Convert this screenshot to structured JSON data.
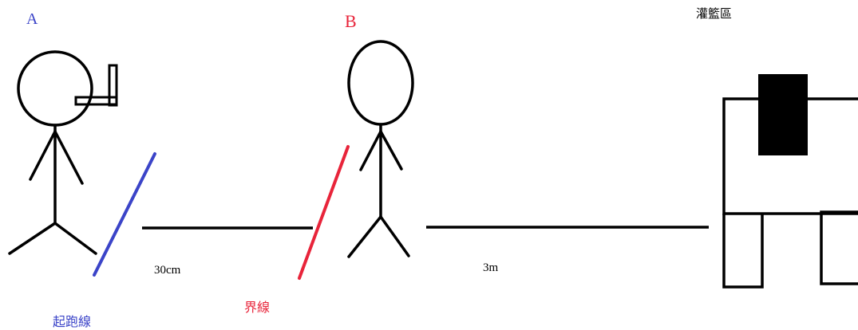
{
  "labels": {
    "person_a": "A",
    "person_b": "B",
    "court_area": "灌籃區",
    "distance_short": "30cm",
    "distance_long": "3m",
    "boundary_line": "界線",
    "start_line": "起跑線"
  },
  "colors": {
    "person_a_label": "#3b44c8",
    "person_b_label": "#e8243a",
    "start_line": "#3b44c8",
    "boundary_line": "#e8243a",
    "ink": "#000000"
  }
}
